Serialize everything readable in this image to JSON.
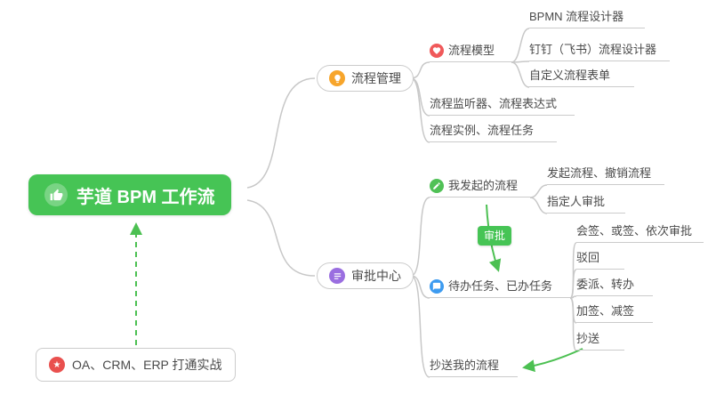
{
  "colors": {
    "accent_green": "#46c455",
    "connector_gray": "#c8c8c8",
    "icon_orange": "#f7a52b",
    "icon_red": "#f0595a",
    "icon_purple": "#9a6ee0",
    "icon_blue": "#3d9bf0",
    "icon_star_red": "#e9504e",
    "text_color": "#4a4a4a"
  },
  "root": {
    "label": "芋道 BPM 工作流"
  },
  "practice": {
    "label": "OA、CRM、ERP 打通实战"
  },
  "approval_badge": {
    "label": "审批"
  },
  "process_mgmt": {
    "label": "流程管理",
    "model": {
      "label": "流程模型",
      "items": [
        "BPMN 流程设计器",
        "钉钉（飞书）流程设计器",
        "自定义流程表单"
      ]
    },
    "listener": "流程监听器、流程表达式",
    "instance": "流程实例、流程任务"
  },
  "approval_center": {
    "label": "审批中心",
    "initiated": {
      "label": "我发起的流程",
      "items": [
        "发起流程、撤销流程",
        "指定人审批"
      ]
    },
    "tasks": {
      "label": "待办任务、已办任务",
      "items": [
        "会签、或签、依次审批",
        "驳回",
        "委派、转办",
        "加签、减签",
        "抄送"
      ]
    },
    "cc": "抄送我的流程"
  }
}
